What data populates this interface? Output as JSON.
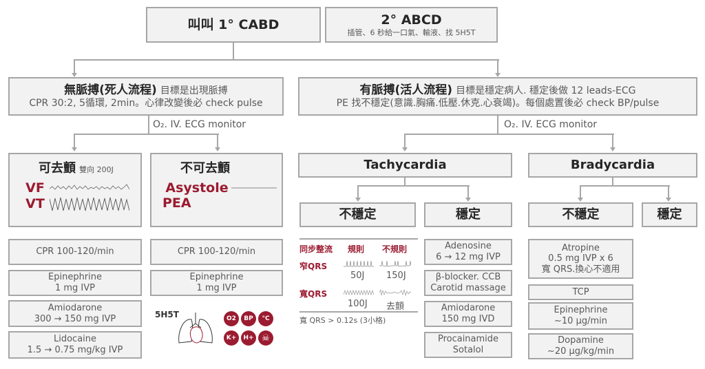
{
  "top": {
    "primary": "叫叫 1° CABD",
    "secondary_title": "2° ABCD",
    "secondary_sub": "插管、6 秒給一口氣、輸液、找 5H5T"
  },
  "pulseless": {
    "title": "無脈搏(死人流程)",
    "goal": "目標是出現脈搏",
    "line2": "CPR 30:2, 5循環, 2min。心律改變後必 check pulse",
    "monitor": "O₂. IV. ECG monitor"
  },
  "pulse": {
    "title": "有脈搏(活人流程)",
    "goal": "目標是穩定病人. 穩定後做 12 leads-ECG",
    "line2": "PE 找不穩定(意識.胸痛.低壓.休克.心衰竭)。每個處置後必 check BP/pulse",
    "monitor": "O₂. IV. ECG monitor"
  },
  "shockable": {
    "title": "可去顫",
    "energy": "雙向 200J",
    "r1": "VF",
    "r2": "VT",
    "steps": [
      [
        "CPR 100-120/min",
        ""
      ],
      [
        "Epinephrine",
        "1 mg IVP"
      ],
      [
        "Amiodarone",
        "300 → 150 mg IVP"
      ],
      [
        "Lidocaine",
        "1.5 → 0.75 mg/kg IVP"
      ]
    ]
  },
  "nonshockable": {
    "title": "不可去顫",
    "r1": "Asystole",
    "r2": "PEA",
    "steps": [
      [
        "CPR 100-120/min",
        ""
      ],
      [
        "Epinephrine",
        "1 mg IVP"
      ]
    ],
    "hts_label": "5H5T",
    "hts_icons": [
      "O2",
      "BP",
      "°C",
      "K+",
      "H+",
      "☠"
    ]
  },
  "tachy": {
    "title": "Tachycardia",
    "unstable": "不穩定",
    "stable": "穩定",
    "sync": {
      "h0": "同步整流",
      "h1": "規則",
      "h2": "不規則",
      "narrow": "窄QRS",
      "narrow_reg": "50J",
      "narrow_irr": "150J",
      "wide": "寬QRS",
      "wide_reg": "100J",
      "wide_irr": "去顫",
      "note": "寬 QRS > 0.12s (3小格)"
    },
    "stable_steps": [
      [
        "Adenosine",
        "6 → 12 mg IVP"
      ],
      [
        "β-blocker. CCB",
        "Carotid massage"
      ],
      [
        "Amiodarone",
        "150 mg IVD"
      ],
      [
        "Procainamide",
        "Sotalol"
      ]
    ]
  },
  "brady": {
    "title": "Bradycardia",
    "unstable": "不穩定",
    "stable": "穩定",
    "steps": [
      [
        "Atropine",
        "0.5 mg IVP x 6",
        "寬 QRS.換心不適用"
      ],
      [
        "TCP"
      ],
      [
        "Epinephrine",
        "~10 µg/min"
      ],
      [
        "Dopamine",
        "~20 µg/kg/min"
      ]
    ]
  }
}
